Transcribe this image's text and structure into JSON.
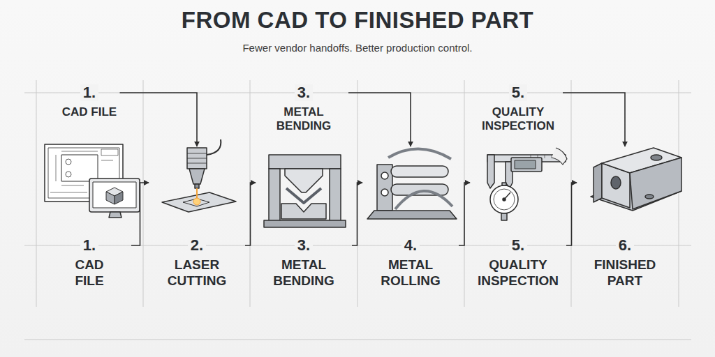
{
  "diagram": {
    "title": "FROM CAD TO FINISHED PART",
    "caption": "Fewer vendor handoffs. Better production control.",
    "nodes": [
      {
        "text": [
          "1.",
          "CAD FILE"
        ]
      },
      {
        "text": [
          "3.",
          "METAL BENDING"
        ]
      },
      {
        "text": [
          "5.",
          "QUALITY INSPECTION"
        ]
      },
      {
        "text": [
          "1.",
          "CAD FILE"
        ]
      },
      {
        "text": [
          "2.",
          "LASER CUTTING"
        ]
      },
      {
        "text": [
          "3.",
          "METAL BENDING"
        ]
      },
      {
        "text": [
          "4.",
          "METAL ROLLING"
        ]
      },
      {
        "text": [
          "5.",
          "QUALITY INSPECTION"
        ]
      },
      {
        "text": [
          "6.",
          "FINISHED PART"
        ]
      }
    ],
    "edges": [
      {
        "from": 0,
        "to": 4,
        "arrow": "to"
      },
      {
        "from": 1,
        "to": 6,
        "arrow": "to"
      },
      {
        "from": 2,
        "to": 8,
        "arrow": "to"
      },
      {
        "from": 3,
        "to": 4,
        "arrow": "to"
      },
      {
        "from": 4,
        "to": 5,
        "arrow": "to"
      },
      {
        "from": 5,
        "to": 6,
        "arrow": "to"
      },
      {
        "from": 6,
        "to": 7,
        "arrow": "to"
      },
      {
        "from": 7,
        "to": 8,
        "arrow": "to"
      }
    ]
  }
}
